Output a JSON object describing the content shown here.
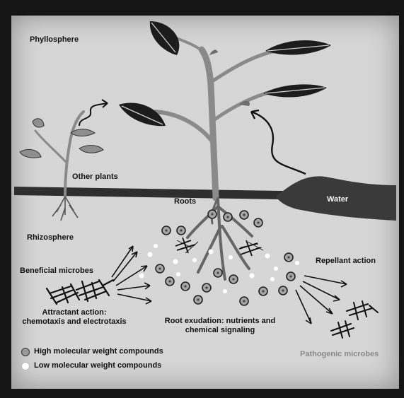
{
  "labels": {
    "phyllosphere": "Phyllosphere",
    "other_plants": "Other plants",
    "roots": "Roots",
    "water": "Water",
    "rhizosphere": "Rhizosphere",
    "beneficial_microbes": "Beneficial microbes",
    "repellant_action": "Repellant action",
    "attractant_line1": "Attractant action:",
    "attractant_line2": "chemotaxis and electrotaxis",
    "root_exudation_line1": "Root exudation: nutrients and",
    "root_exudation_line2": "chemical signaling",
    "pathogenic_microbes": "Pathogenic microbes"
  },
  "legend": [
    {
      "label": "High molecular weight compounds",
      "marker": "ring-dot",
      "color": "#9a9a9a"
    },
    {
      "label": "Low molecular weight compounds",
      "marker": "white-dot",
      "color": "#ffffff"
    }
  ],
  "colors": {
    "paper": "#d6d6d6",
    "soil_band": "#2e2e2e",
    "water": "#3a3a3a",
    "stem": "#8a8a8a"
  }
}
